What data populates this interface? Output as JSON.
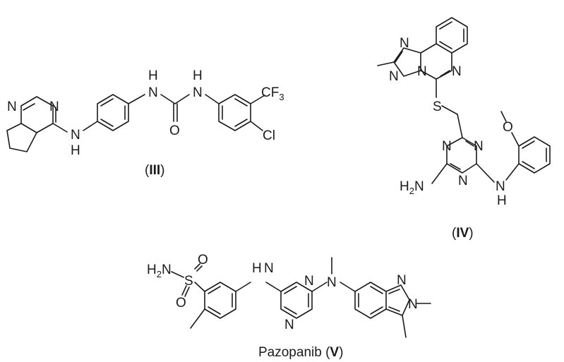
{
  "compounds": {
    "III": {
      "label_open": "(",
      "label_id": "III",
      "label_close": ")",
      "atoms": {
        "n1": "N",
        "n2": "N",
        "nh_left": "N",
        "nh_left_h": "H",
        "nh_mid_h": "H",
        "nh_mid": "N",
        "nh_right_h": "H",
        "nh_right": "N",
        "o": "O",
        "cf3_main": "CF",
        "cf3_sub": "3",
        "cl": "Cl"
      }
    },
    "IV": {
      "label_open": "(",
      "label_id": "IV",
      "label_close": ")",
      "atoms": {
        "tri_n1": "N",
        "tri_n2": "N",
        "tri_n3": "N",
        "quin_n": "N",
        "s": "S",
        "o": "O",
        "tz_n1": "N",
        "tz_n2": "N",
        "tz_n3": "N",
        "h2n_main": "H",
        "h2n_sub": "2",
        "h2n_n": "N",
        "nh_n": "N",
        "nh_h": "H"
      }
    },
    "V": {
      "label_name": "Pazopanib",
      "label_open": "(",
      "label_id": "V",
      "label_close": ")",
      "atoms": {
        "h2n_main": "H",
        "h2n_sub": "2",
        "h2n_n": "N",
        "s": "S",
        "o_top": "O",
        "o_bot": "O",
        "nh_h": "H",
        "nh_n": "N",
        "pyr_n1": "N",
        "pyr_n2": "N",
        "n_me": "N",
        "ind_n1": "N",
        "ind_n2": "N"
      }
    }
  }
}
